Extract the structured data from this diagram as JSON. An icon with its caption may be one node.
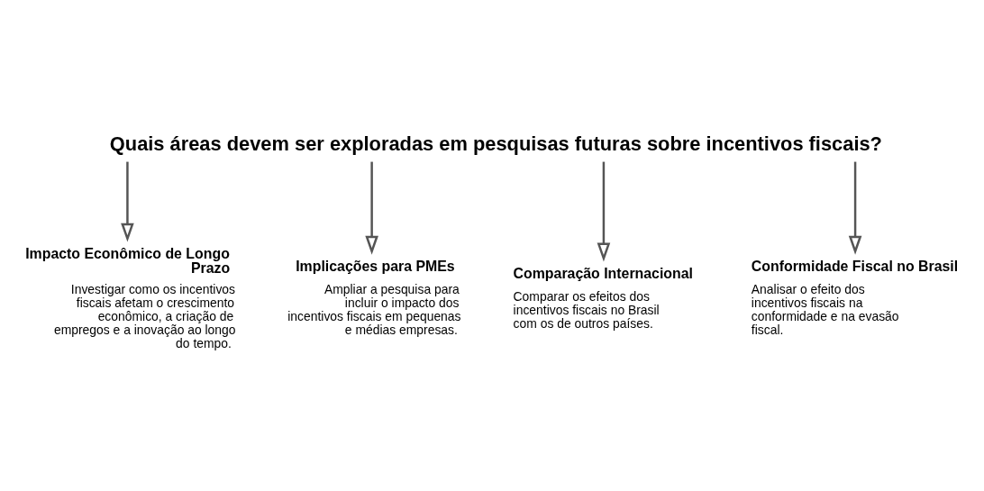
{
  "diagram": {
    "title": "Quais áreas devem ser exploradas em pesquisas futuras sobre incentivos fiscais?",
    "nodes": [
      {
        "text": [
          "Impacto Econômico de Longo Prazo",
          "Investigar como os incentivos fiscais afetam o crescimento econômico, a criação de empregos e a inovação ao longo do tempo."
        ]
      },
      {
        "text": [
          "Conformidade Fiscal no Brasil",
          "Analisar o efeito dos incentivos fiscais na conformidade e na evasão fiscal."
        ]
      },
      {
        "text": [
          "Implicações para PMEs",
          "Ampliar a pesquisa para incluir o impacto dos incentivos fiscais em pequenas e médias empresas."
        ]
      },
      {
        "text": [
          "Comparação Internacional",
          "Comparar os efeitos dos incentivos fiscais no Brasil com os de outros países."
        ]
      }
    ],
    "edges": [
      {
        "from": null,
        "to": 0,
        "arrow": "to"
      },
      {
        "from": null,
        "to": 2,
        "arrow": "to"
      },
      {
        "from": null,
        "to": 3,
        "arrow": "to"
      },
      {
        "from": null,
        "to": 1,
        "arrow": "to"
      }
    ]
  }
}
